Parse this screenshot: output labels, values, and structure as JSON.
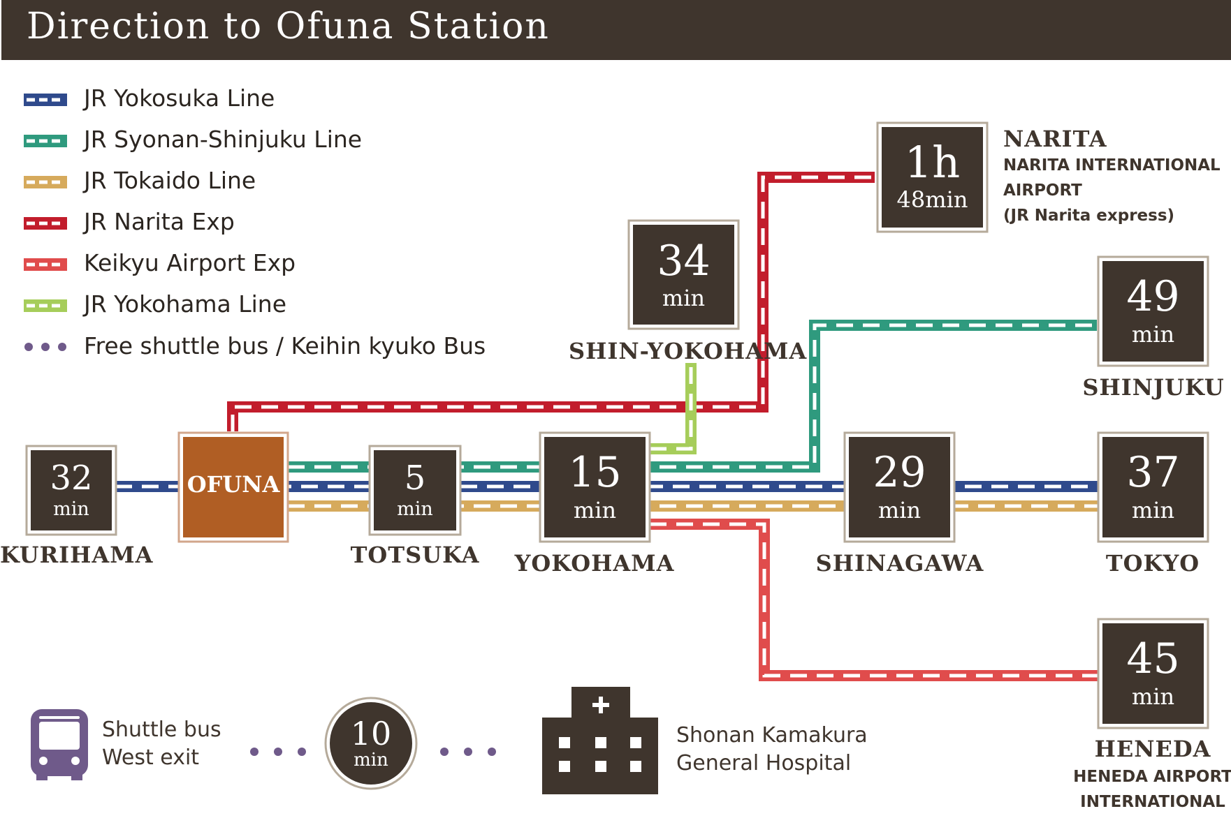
{
  "header": {
    "title": "Direction to Ofuna Station"
  },
  "colors": {
    "header_bg": "#3f352d",
    "box_dark": "#3f352d",
    "ofuna_box": "#b05e24",
    "yokosuka": "#2f4a8c",
    "shonan_shinjuku": "#2f9a7e",
    "tokaido": "#d6aa5c",
    "narita_exp": "#c21d2c",
    "keikyu": "#e04c4c",
    "yokohama_line": "#a6cd5a",
    "bus": "#6f5a8a"
  },
  "legend": [
    {
      "label": "JR Yokosuka Line",
      "color": "#2f4a8c",
      "icon": "rail-line-icon"
    },
    {
      "label": "JR Syonan-Shinjuku Line",
      "color": "#2f9a7e",
      "icon": "rail-line-icon"
    },
    {
      "label": "JR Tokaido Line",
      "color": "#d6aa5c",
      "icon": "rail-line-icon"
    },
    {
      "label": "JR Narita Exp",
      "color": "#c21d2c",
      "icon": "rail-line-icon"
    },
    {
      "label": "Keikyu Airport Exp",
      "color": "#e04c4c",
      "icon": "rail-line-icon"
    },
    {
      "label": "JR Yokohama Line",
      "color": "#a6cd5a",
      "icon": "rail-line-icon"
    },
    {
      "label": "Free shuttle bus / Keihin kyuko Bus",
      "color": "#6f5a8a",
      "icon": "dots-icon"
    }
  ],
  "stations": {
    "kurihama": {
      "big": "32",
      "small": "min",
      "name": "KURIHAMA"
    },
    "ofuna": {
      "name": "OFUNA"
    },
    "totsuka": {
      "big": "5",
      "small": "min",
      "name": "TOTSUKA"
    },
    "yokohama": {
      "big": "15",
      "small": "min",
      "name": "YOKOHAMA"
    },
    "shin_yokohama": {
      "big": "34",
      "small": "min",
      "name": "SHIN-YOKOHAMA"
    },
    "shinagawa": {
      "big": "29",
      "small": "min",
      "name": "SHINAGAWA"
    },
    "tokyo": {
      "big": "37",
      "small": "min",
      "name": "TOKYO"
    },
    "shinjuku": {
      "big": "49",
      "small": "min",
      "name": "SHINJUKU"
    },
    "narita": {
      "big": "1h",
      "small": "48min",
      "name": "NARITA",
      "sub1": "NARITA INTERNATIONAL",
      "sub2": "AIRPORT",
      "sub3": "(JR Narita express)"
    },
    "heneda": {
      "big": "45",
      "small": "min",
      "name": "HENEDA",
      "sub1": "HENEDA AIRPORT",
      "sub2": "INTERNATIONAL"
    }
  },
  "shuttle": {
    "icon": "bus-icon",
    "label1": "Shuttle bus",
    "label2": "West exit",
    "time_big": "10",
    "time_small": "min",
    "hospital_icon": "hospital-icon",
    "dest1": "Shonan Kamakura",
    "dest2": "General Hospital"
  }
}
